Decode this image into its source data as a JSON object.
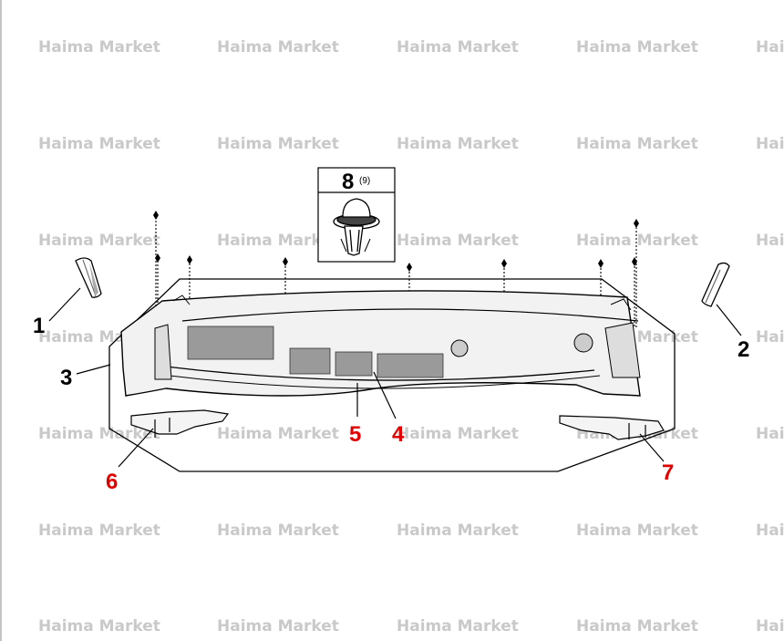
{
  "watermark": {
    "text": "Haima Market",
    "color": "#c9c9c9"
  },
  "callouts": {
    "c1": {
      "label": "1",
      "color": "#000000"
    },
    "c2": {
      "label": "2",
      "color": "#000000"
    },
    "c3": {
      "label": "3",
      "color": "#000000"
    },
    "c4": {
      "label": "4",
      "color": "#e00000"
    },
    "c5": {
      "label": "5",
      "color": "#e00000"
    },
    "c6": {
      "label": "6",
      "color": "#e00000"
    },
    "c7": {
      "label": "7",
      "color": "#e00000"
    }
  },
  "fastener_box": {
    "number": "8",
    "quantity": "(9)"
  }
}
